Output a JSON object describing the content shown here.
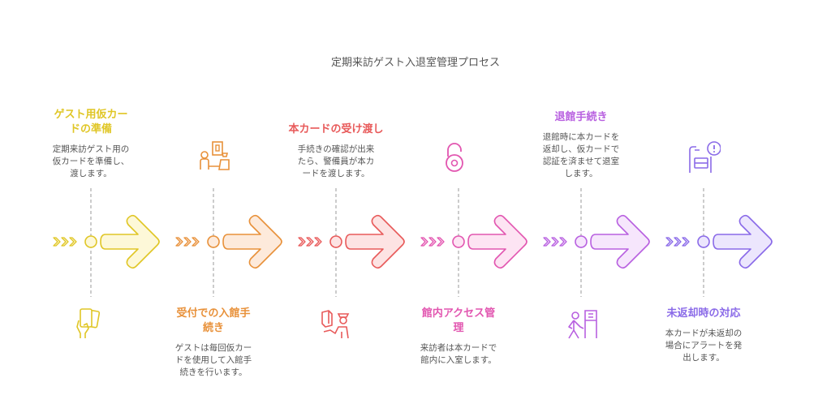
{
  "title": "定期来訪ゲスト入退室管理プロセス",
  "steps": [
    {
      "heading": "ゲスト用仮カードの準備",
      "heading_lines": [
        "ゲスト用仮カー",
        "ドの準備"
      ],
      "description_lines": [
        "定期来訪ゲスト用の",
        "仮カードを準備し、",
        "渡します。"
      ],
      "position": "top",
      "icon": "hand-holding-cards-icon",
      "color": "#e0c626",
      "fill": "#fdf8d8"
    },
    {
      "heading": "受付での入館手続き",
      "heading_lines": [
        "受付での入館手",
        "続き"
      ],
      "description_lines": [
        "ゲストは毎回仮カー",
        "ドを使用して入館手",
        "続きを行います。"
      ],
      "position": "bottom",
      "icon": "reception-desk-icon",
      "color": "#e8913a",
      "fill": "#fdeadb"
    },
    {
      "heading": "本カードの受け渡し",
      "heading_lines": [
        "本カードの受け渡し"
      ],
      "description_lines": [
        "手続きの確認が出来",
        "たら、警備員が本カ",
        "ードを渡します。"
      ],
      "position": "top",
      "icon": "security-guard-card-icon",
      "color": "#e85a5a",
      "fill": "#fde3e3"
    },
    {
      "heading": "館内アクセス管理",
      "heading_lines": [
        "館内アクセス管",
        "理"
      ],
      "description_lines": [
        "来訪者は本カードで",
        "館内に入室します。"
      ],
      "position": "bottom",
      "icon": "unlocked-padlock-icon",
      "color": "#e256b0",
      "fill": "#fde4f3"
    },
    {
      "heading": "退館手続き",
      "heading_lines": [
        "退館手続き"
      ],
      "description_lines": [
        "退館時に本カードを",
        "返却し、仮カードで",
        "認証を済ませて退室",
        "します。"
      ],
      "position": "top",
      "icon": "person-walking-exit-icon",
      "color": "#b860e0",
      "fill": "#f6e6fc"
    },
    {
      "heading": "未返却時の対応",
      "heading_lines": [
        "未返却時の対応"
      ],
      "description_lines": [
        "本カードが未返却の",
        "場合にアラートを発",
        "出します。"
      ],
      "position": "bottom",
      "icon": "card-alert-icon",
      "color": "#8a6ae8",
      "fill": "#ece6fd"
    }
  ]
}
